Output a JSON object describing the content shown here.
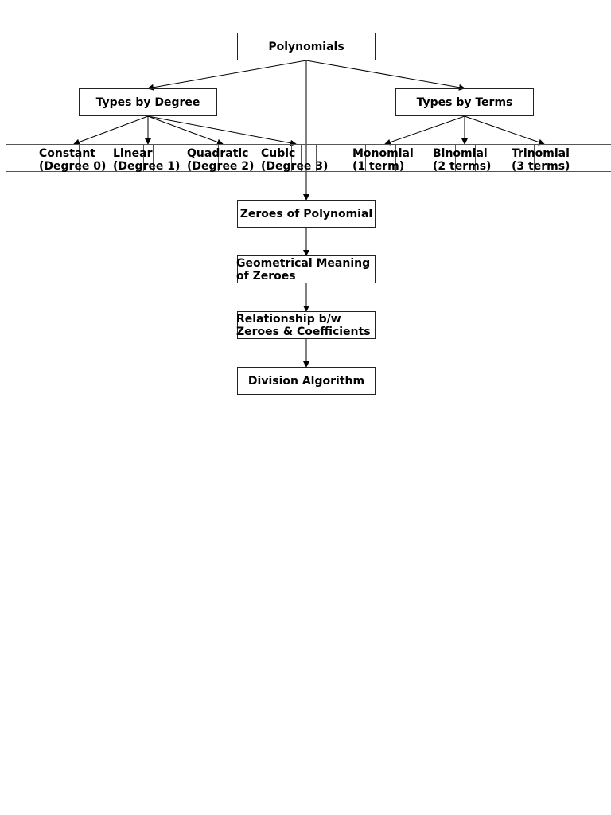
{
  "root": {
    "label": "Polynomials"
  },
  "types_by_degree": {
    "label": "Types by Degree",
    "items": [
      {
        "line1": "Constant",
        "line2": "(Degree 0)"
      },
      {
        "line1": "Linear",
        "line2": "(Degree 1)"
      },
      {
        "line1": "Quadratic",
        "line2": "(Degree 2)"
      },
      {
        "line1": "Cubic",
        "line2": "(Degree 3)"
      }
    ]
  },
  "types_by_terms": {
    "label": "Types by Terms",
    "items": [
      {
        "line1": "Monomial",
        "line2": "(1 term)"
      },
      {
        "line1": "Binomial",
        "line2": "(2 terms)"
      },
      {
        "line1": "Trinomial",
        "line2": "(3 terms)"
      }
    ]
  },
  "chain": {
    "zeroes": "Zeroes of Polynomial",
    "geometrical_line1": "Geometrical Meaning",
    "geometrical_line2": "of Zeroes",
    "relationship_line1": "Relationship b/w",
    "relationship_line2": "Zeroes & Coefficients",
    "division": "Division Algorithm"
  }
}
